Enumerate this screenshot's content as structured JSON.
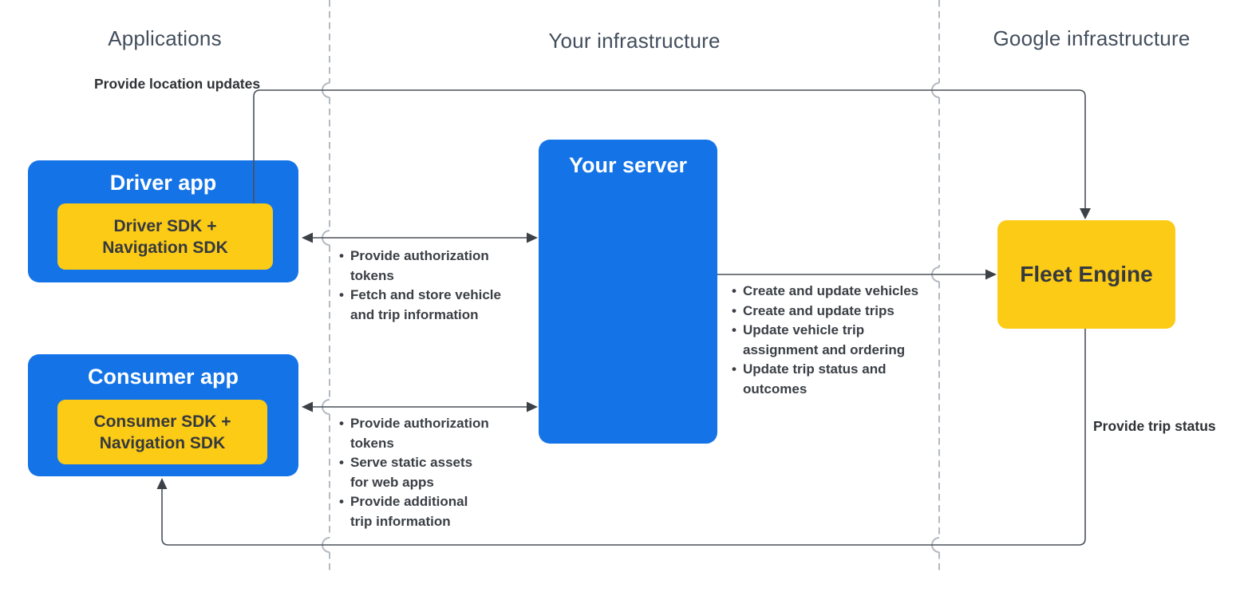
{
  "headers": {
    "applications": "Applications",
    "your_infrastructure": "Your infrastructure",
    "google_infrastructure": "Google infrastructure"
  },
  "nodes": {
    "driver_app": {
      "title": "Driver app",
      "sdk": "Driver SDK +\nNavigation SDK"
    },
    "consumer_app": {
      "title": "Consumer app",
      "sdk": "Consumer SDK +\nNavigation SDK"
    },
    "your_server": {
      "title": "Your server"
    },
    "fleet_engine": {
      "title": "Fleet Engine"
    }
  },
  "edges": {
    "driver_to_fleet": {
      "label": "Provide location updates"
    },
    "fleet_to_consumer": {
      "label": "Provide trip status"
    },
    "driver_server": {
      "items": [
        "Provide authorization\ntokens",
        "Fetch and store vehicle\nand trip information"
      ]
    },
    "consumer_server": {
      "items": [
        "Provide authorization\ntokens",
        "Serve static assets\nfor web apps",
        "Provide additional\ntrip information"
      ]
    },
    "server_fleet": {
      "items": [
        "Create and update vehicles",
        "Create and update trips",
        "Update vehicle trip\nassignment and ordering",
        "Update trip status and\noutcomes"
      ]
    }
  },
  "colors": {
    "node_blue": "#1473E6",
    "node_yellow": "#FCCB16",
    "connector": "#4A5059",
    "divider": "#B4BAC2",
    "heading_text": "#434E5D",
    "body_text": "#3A3F45",
    "dark_box_text": "#36393E",
    "white_text": "#FFFFFF"
  }
}
